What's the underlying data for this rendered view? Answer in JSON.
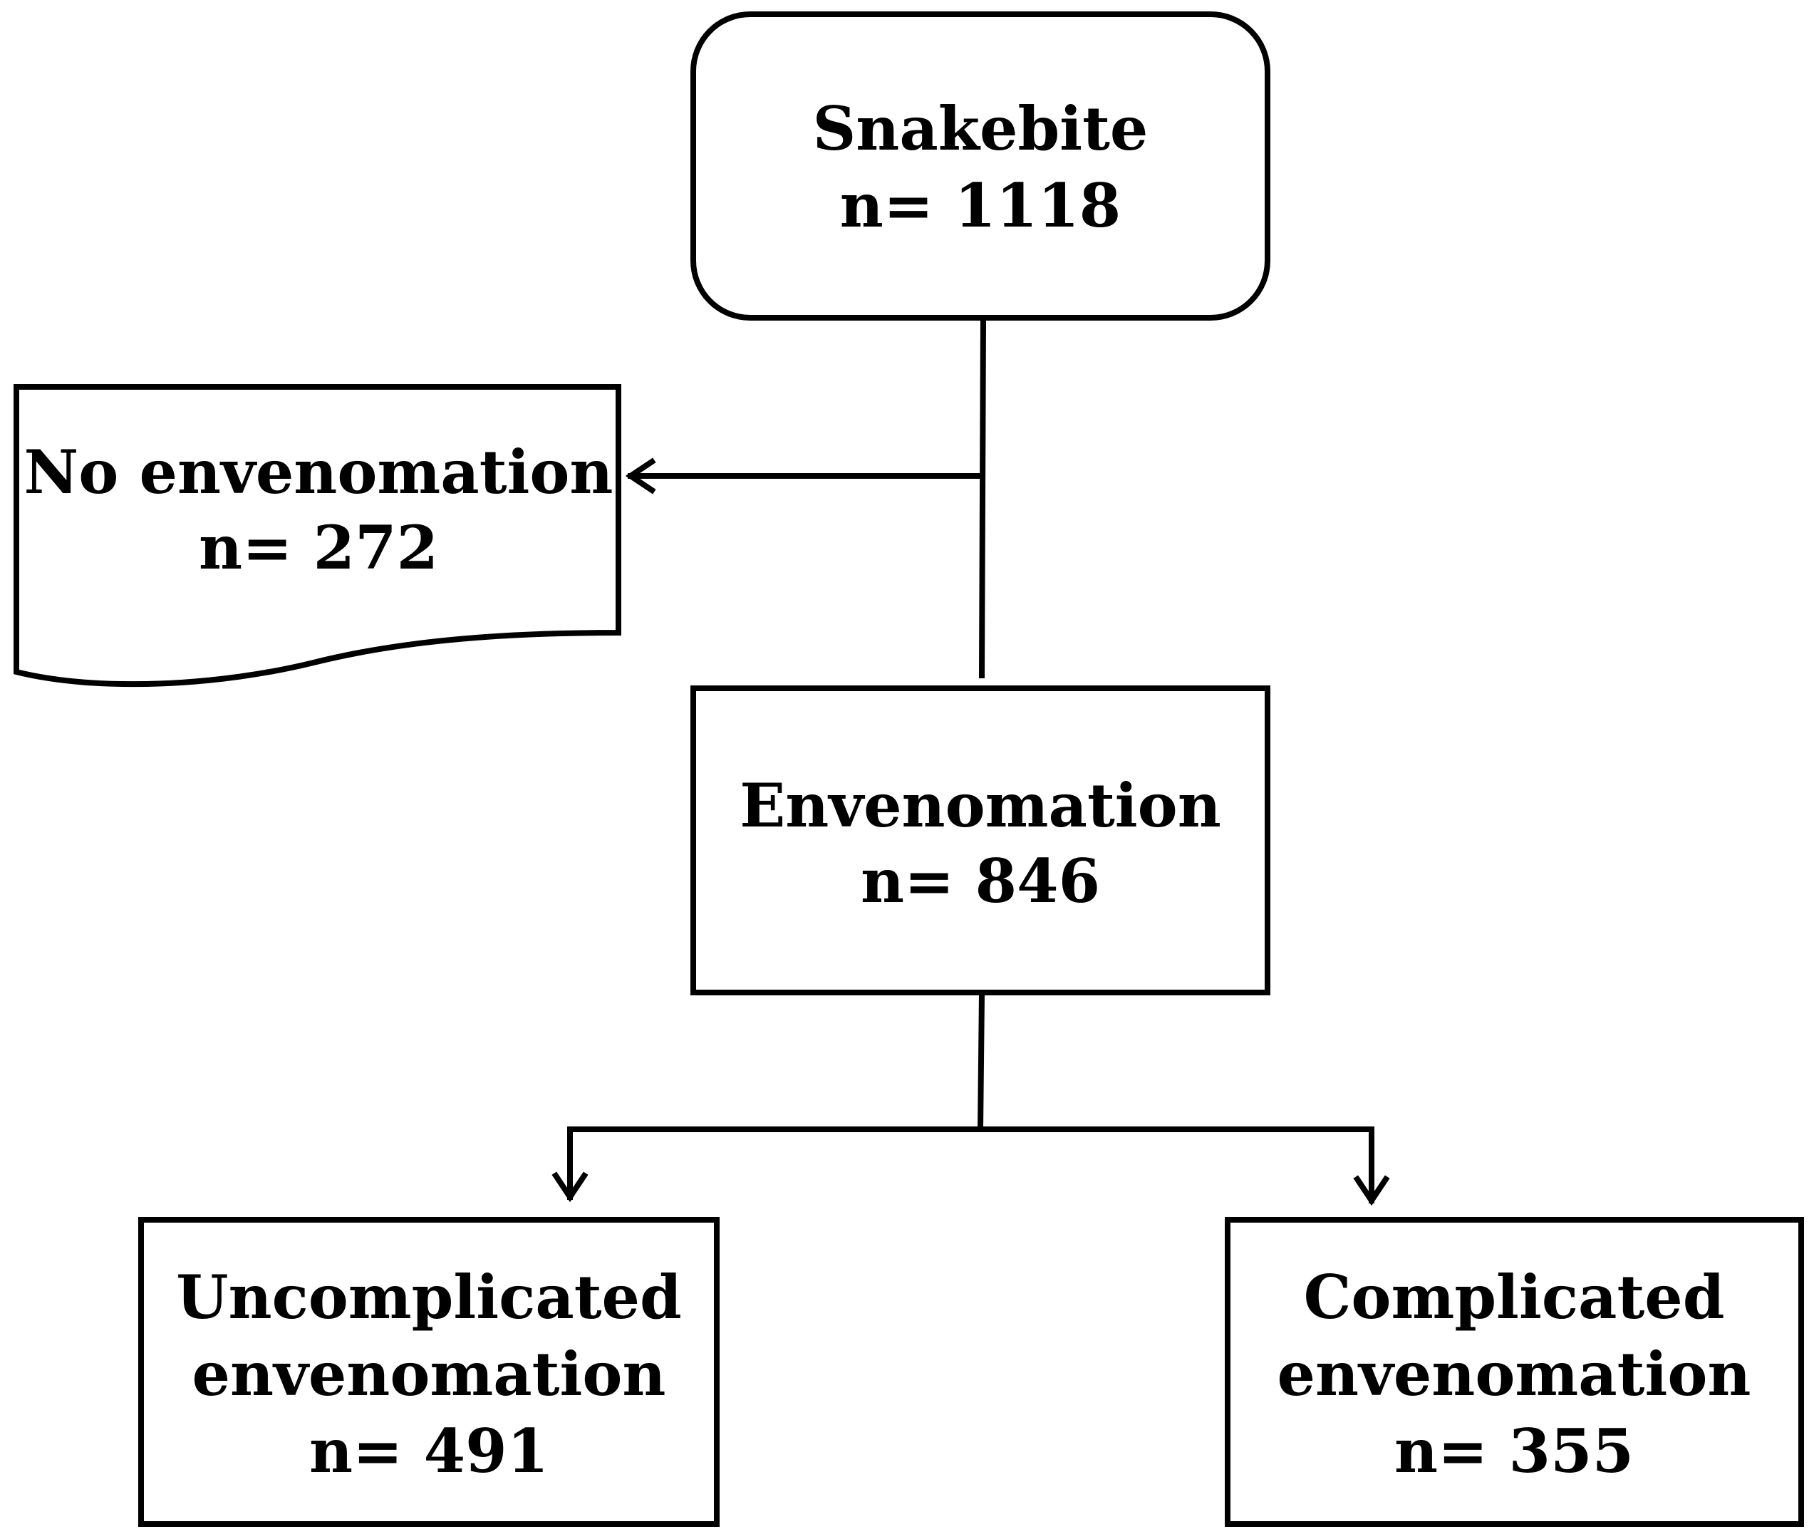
{
  "nodes": {
    "snakebite": {
      "label": "Snakebite",
      "count": "n= 1118"
    },
    "no_envenomation": {
      "label": "No envenomation",
      "count": "n= 272"
    },
    "envenomation": {
      "label": "Envenomation",
      "count": "n= 846"
    },
    "uncomplicated": {
      "label_line1": "Uncomplicated",
      "label_line2": "envenomation",
      "count": "n= 491"
    },
    "complicated": {
      "label_line1": "Complicated",
      "label_line2": "envenomation",
      "count": "n= 355"
    }
  }
}
